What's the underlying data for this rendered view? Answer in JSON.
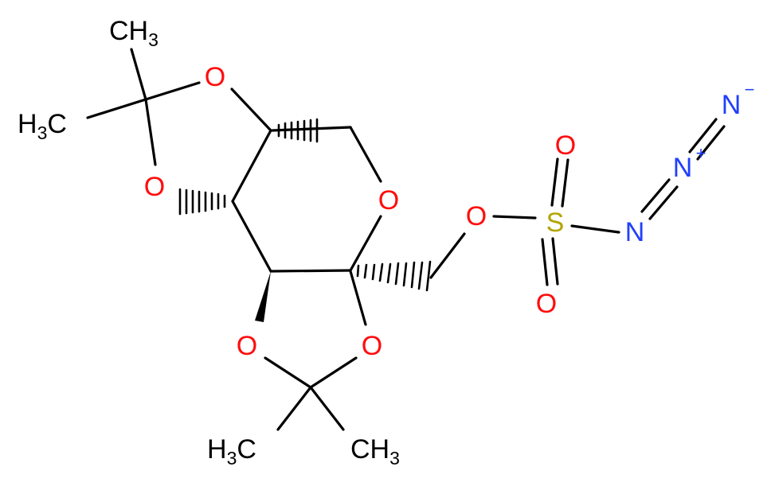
{
  "colors": {
    "bond": "#000000",
    "carbon_label": "#000000",
    "oxygen": "#ff0d0d",
    "sulfur": "#b2a400",
    "nitrogen": "#1f3fff",
    "background": "#ffffff"
  },
  "atoms": {
    "o_top_left": "O",
    "o_left": "O",
    "o_ring": "O",
    "o_bottom_left": "O",
    "o_bottom_right": "O",
    "o_ester": "O",
    "o_sulfonyl_top": "O",
    "o_sulfonyl_bottom": "O",
    "sulfur": "S",
    "n1": "N",
    "n2": "N",
    "n3": "N",
    "n2_charge": "+",
    "n3_charge": "−",
    "methyl_top_main": "CH",
    "methyl_top_sub": "3",
    "methyl_left_main": "H",
    "methyl_left_sub": "3",
    "methyl_left_tail": "C",
    "methyl_bottom_left_main": "H",
    "methyl_bottom_left_sub": "3",
    "methyl_bottom_left_tail": "C",
    "methyl_bottom_right_main": "CH",
    "methyl_bottom_right_sub": "3"
  }
}
